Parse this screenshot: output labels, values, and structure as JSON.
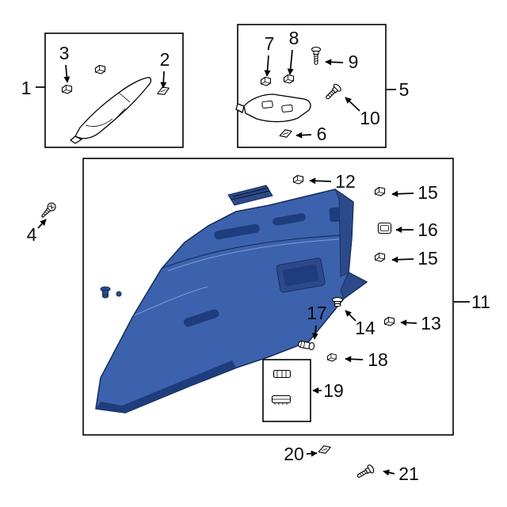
{
  "colors": {
    "panel-blue": "#3d62ad",
    "panel-blue-dark": "#2c4a8a",
    "panel-blue-deep": "#1f3c7c",
    "panel-outline": "#16305f",
    "line": "#000000",
    "background": "#ffffff"
  },
  "callouts": {
    "n1": {
      "label": "1"
    },
    "n2": {
      "label": "2"
    },
    "n3": {
      "label": "3"
    },
    "n4": {
      "label": "4"
    },
    "n5": {
      "label": "5"
    },
    "n6": {
      "label": "6"
    },
    "n7": {
      "label": "7"
    },
    "n8": {
      "label": "8"
    },
    "n9": {
      "label": "9"
    },
    "n10": {
      "label": "10"
    },
    "n11": {
      "label": "11"
    },
    "n12": {
      "label": "12"
    },
    "n13": {
      "label": "13"
    },
    "n14": {
      "label": "14"
    },
    "n15a": {
      "label": "15"
    },
    "n15b": {
      "label": "15"
    },
    "n16": {
      "label": "16"
    },
    "n17": {
      "label": "17"
    },
    "n18": {
      "label": "18"
    },
    "n19": {
      "label": "19"
    },
    "n20": {
      "label": "20"
    },
    "n21": {
      "label": "21"
    }
  },
  "icons": {
    "clip": "trim-clip-icon",
    "wedge_clip": "wedge-clip-icon",
    "bolt": "bolt-icon",
    "screw": "screw-icon",
    "grommet": "grommet-icon",
    "peg": "peg-icon",
    "plug": "plug-cover-icon",
    "retainer_a": "retainer-clip-icon",
    "retainer_b": "retainer-base-icon",
    "pin": "push-pin-icon"
  }
}
